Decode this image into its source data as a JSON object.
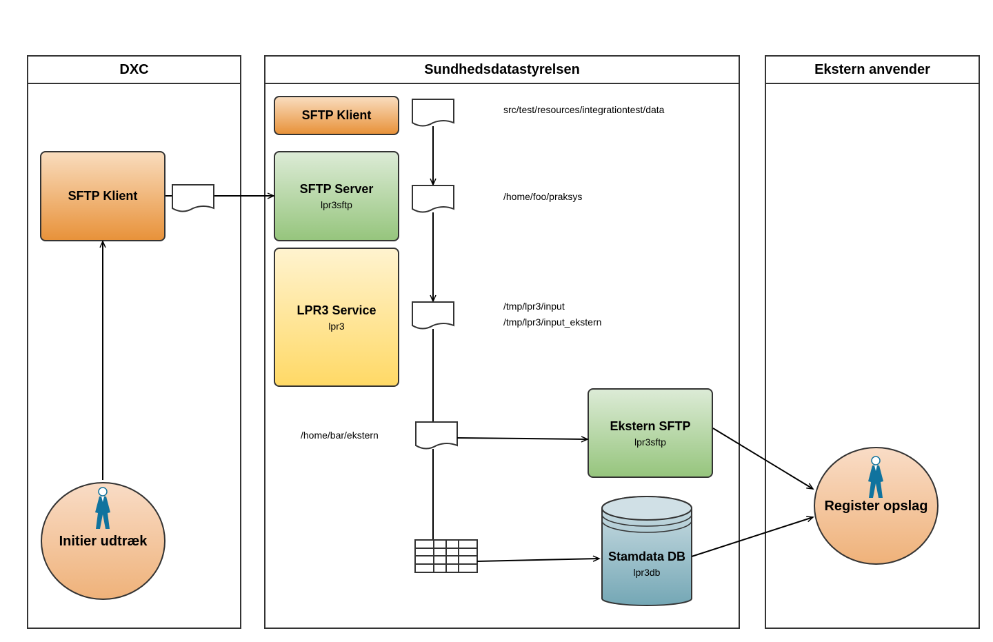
{
  "lanes": {
    "dxc": "DXC",
    "sds": "Sundhedsdatastyrelsen",
    "ext": "Ekstern anvender"
  },
  "nodes": {
    "dxc_sftp_client": {
      "title": "SFTP Klient"
    },
    "initier": {
      "title": "Initier udtræk"
    },
    "sds_sftp_client": {
      "title": "SFTP Klient"
    },
    "sftp_server": {
      "title": "SFTP Server",
      "sub": "lpr3sftp"
    },
    "lpr3_service": {
      "title": "LPR3 Service",
      "sub": "lpr3"
    },
    "ekstern_sftp": {
      "title": "Ekstern SFTP",
      "sub": "lpr3sftp"
    },
    "stamdata_db": {
      "title": "Stamdata DB",
      "sub": "lpr3db"
    },
    "register_opslag": {
      "title": "Register opslag"
    }
  },
  "paths": {
    "p1": "src/test/resources/integrationtest/data",
    "p2": "/home/foo/praksys",
    "p3a": "/tmp/lpr3/input",
    "p3b": "/tmp/lpr3/input_ekstern",
    "p4": "/home/bar/ekstern"
  },
  "colors": {
    "border": "#333333",
    "orange_top": "#f9dcbd",
    "orange_bottom": "#e8923a",
    "green_top": "#dcebd6",
    "green_bottom": "#96c57d",
    "yellow_top": "#fff3cf",
    "yellow_bottom": "#ffd966",
    "db_top": "#d0e0e6",
    "db_bottom": "#74a7b5",
    "actor": "#10739e"
  }
}
